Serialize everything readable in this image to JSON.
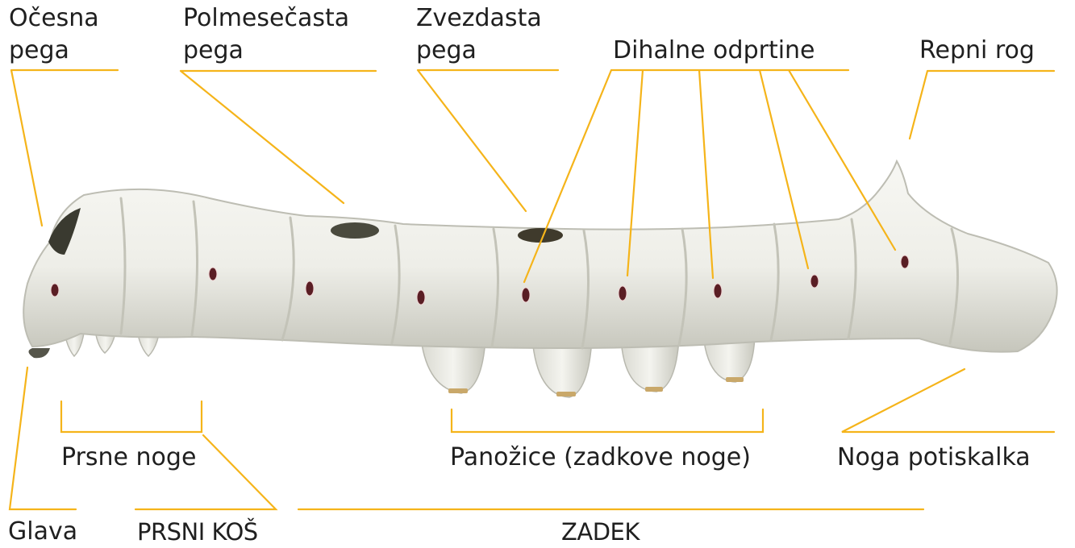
{
  "labels": {
    "ocesna_pega": [
      "Očesna",
      "pega"
    ],
    "polmesecasta_pega": [
      "Polmesečasta",
      "pega"
    ],
    "zvezdasta_pega": [
      "Zvezdasta",
      "pega"
    ],
    "dihalne_odprtine": "Dihalne odprtine",
    "repni_rog": "Repni rog",
    "prsne_noge": "Prsne noge",
    "panozice": "Panožice (zadkove noge)",
    "noga_potiskalka": "Noga potiskalka",
    "glava": "Glava",
    "prsni_kos": "PRSNI KOŠ",
    "zadek": "ZADEK"
  },
  "colors": {
    "leader_line": "#f5b41a",
    "body_fill": "#eeeee8",
    "body_shade": "#c9c9c0",
    "spiracle": "#5a1e24",
    "marking": "#3a3a30",
    "label_text": "#1f1f1f"
  }
}
